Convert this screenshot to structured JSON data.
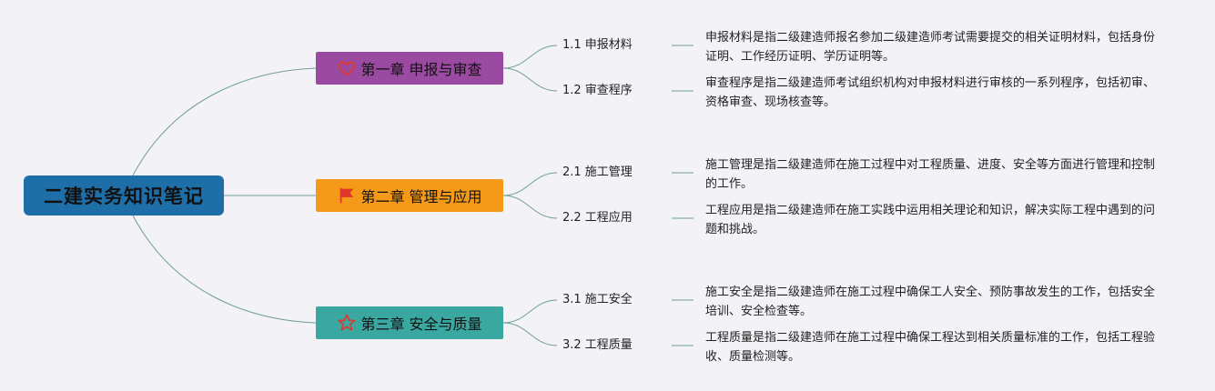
{
  "colors": {
    "root": "#1e6fa8",
    "connector": "#6f9e96",
    "ch1": "#9a4aa0",
    "ch2": "#f59a18",
    "ch3": "#3aa7a1",
    "icon_red": "#e0362c"
  },
  "root": {
    "label": "二建实务知识笔记"
  },
  "chapters": [
    {
      "label": "第一章 申报与审查",
      "icon": "heart-icon",
      "subs": [
        {
          "label": "1.1 申报材料",
          "desc": "申报材料是指二级建造师报名参加二级建造师考试需要提交的相关证明材料，包括身份证明、工作经历证明、学历证明等。"
        },
        {
          "label": "1.2 审查程序",
          "desc": "审查程序是指二级建造师考试组织机构对申报材料进行审核的一系列程序，包括初审、资格审查、现场核查等。"
        }
      ]
    },
    {
      "label": "第二章 管理与应用",
      "icon": "flag-icon",
      "subs": [
        {
          "label": "2.1 施工管理",
          "desc": "施工管理是指二级建造师在施工过程中对工程质量、进度、安全等方面进行管理和控制的工作。"
        },
        {
          "label": "2.2 工程应用",
          "desc": "工程应用是指二级建造师在施工实践中运用相关理论和知识，解决实际工程中遇到的问题和挑战。"
        }
      ]
    },
    {
      "label": "第三章 安全与质量",
      "icon": "star-icon",
      "subs": [
        {
          "label": "3.1 施工安全",
          "desc": "施工安全是指二级建造师在施工过程中确保工人安全、预防事故发生的工作，包括安全培训、安全检查等。"
        },
        {
          "label": "3.2 工程质量",
          "desc": "工程质量是指二级建造师在施工过程中确保工程达到相关质量标准的工作，包括工程验收、质量检测等。"
        }
      ]
    }
  ]
}
